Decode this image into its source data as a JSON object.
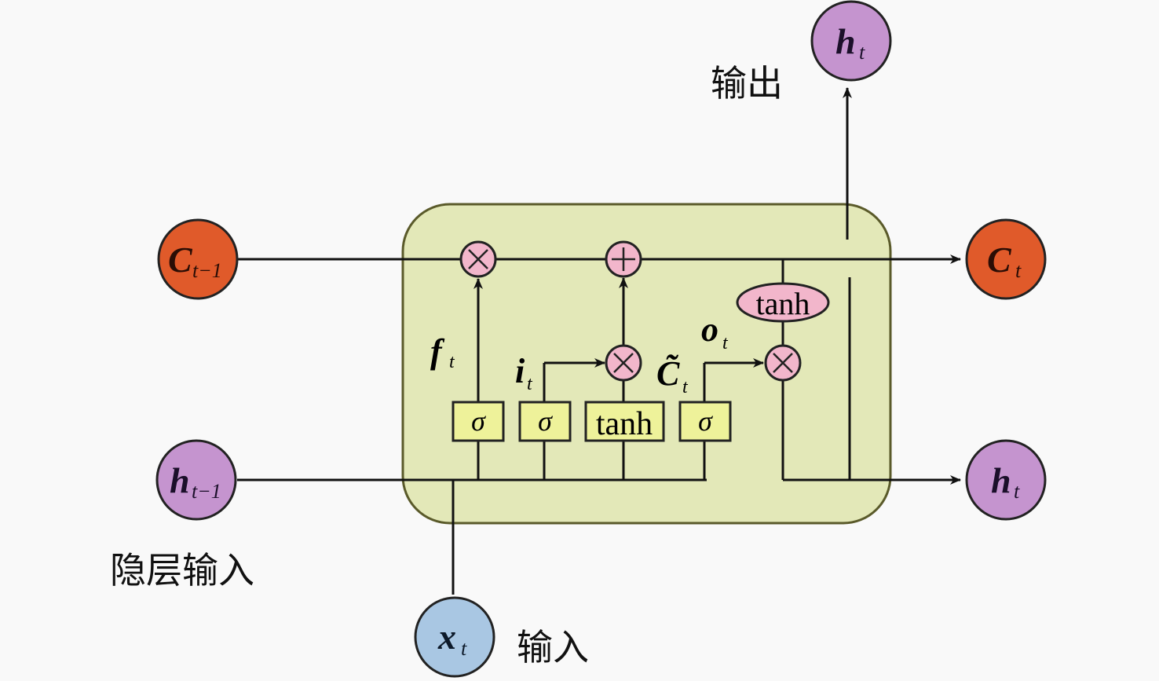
{
  "title": "LSTM cell structure",
  "colors": {
    "cell_fill": "#e3e8b8",
    "cell_border": "#5a5a2a",
    "gate_box_fill": "#eef29a",
    "op_fill": "#f2b6cb",
    "c_node_fill": "#e05a2a",
    "h_node_fill": "#c594cf",
    "x_node_fill": "#a9c7e3",
    "line": "#111111"
  },
  "nodes": {
    "c_prev": {
      "main": "C",
      "sub": "t−1"
    },
    "h_prev": {
      "main": "h",
      "sub": "t−1"
    },
    "x_t": {
      "main": "x",
      "sub": "t"
    },
    "c_out": {
      "main": "C",
      "sub": "t"
    },
    "h_out": {
      "main": "h",
      "sub": "t"
    },
    "h_top": {
      "main": "h",
      "sub": "t"
    }
  },
  "gates": [
    {
      "id": "forget",
      "label": "σ",
      "signal": {
        "main": "f",
        "sub": "t"
      }
    },
    {
      "id": "input",
      "label": "σ",
      "signal": {
        "main": "i",
        "sub": "t"
      }
    },
    {
      "id": "candidate",
      "label": "tanh",
      "signal": {
        "main": "C̃",
        "sub": "t"
      }
    },
    {
      "id": "output",
      "label": "σ",
      "signal": {
        "main": "o",
        "sub": "t"
      }
    }
  ],
  "operators": {
    "mult_forget": "×",
    "add_cell": "+",
    "mult_input": "×",
    "mult_output": "×",
    "tanh_out": "tanh"
  },
  "labels": {
    "output": "输出",
    "hidden_input": "隐层输入",
    "input": "输入"
  }
}
